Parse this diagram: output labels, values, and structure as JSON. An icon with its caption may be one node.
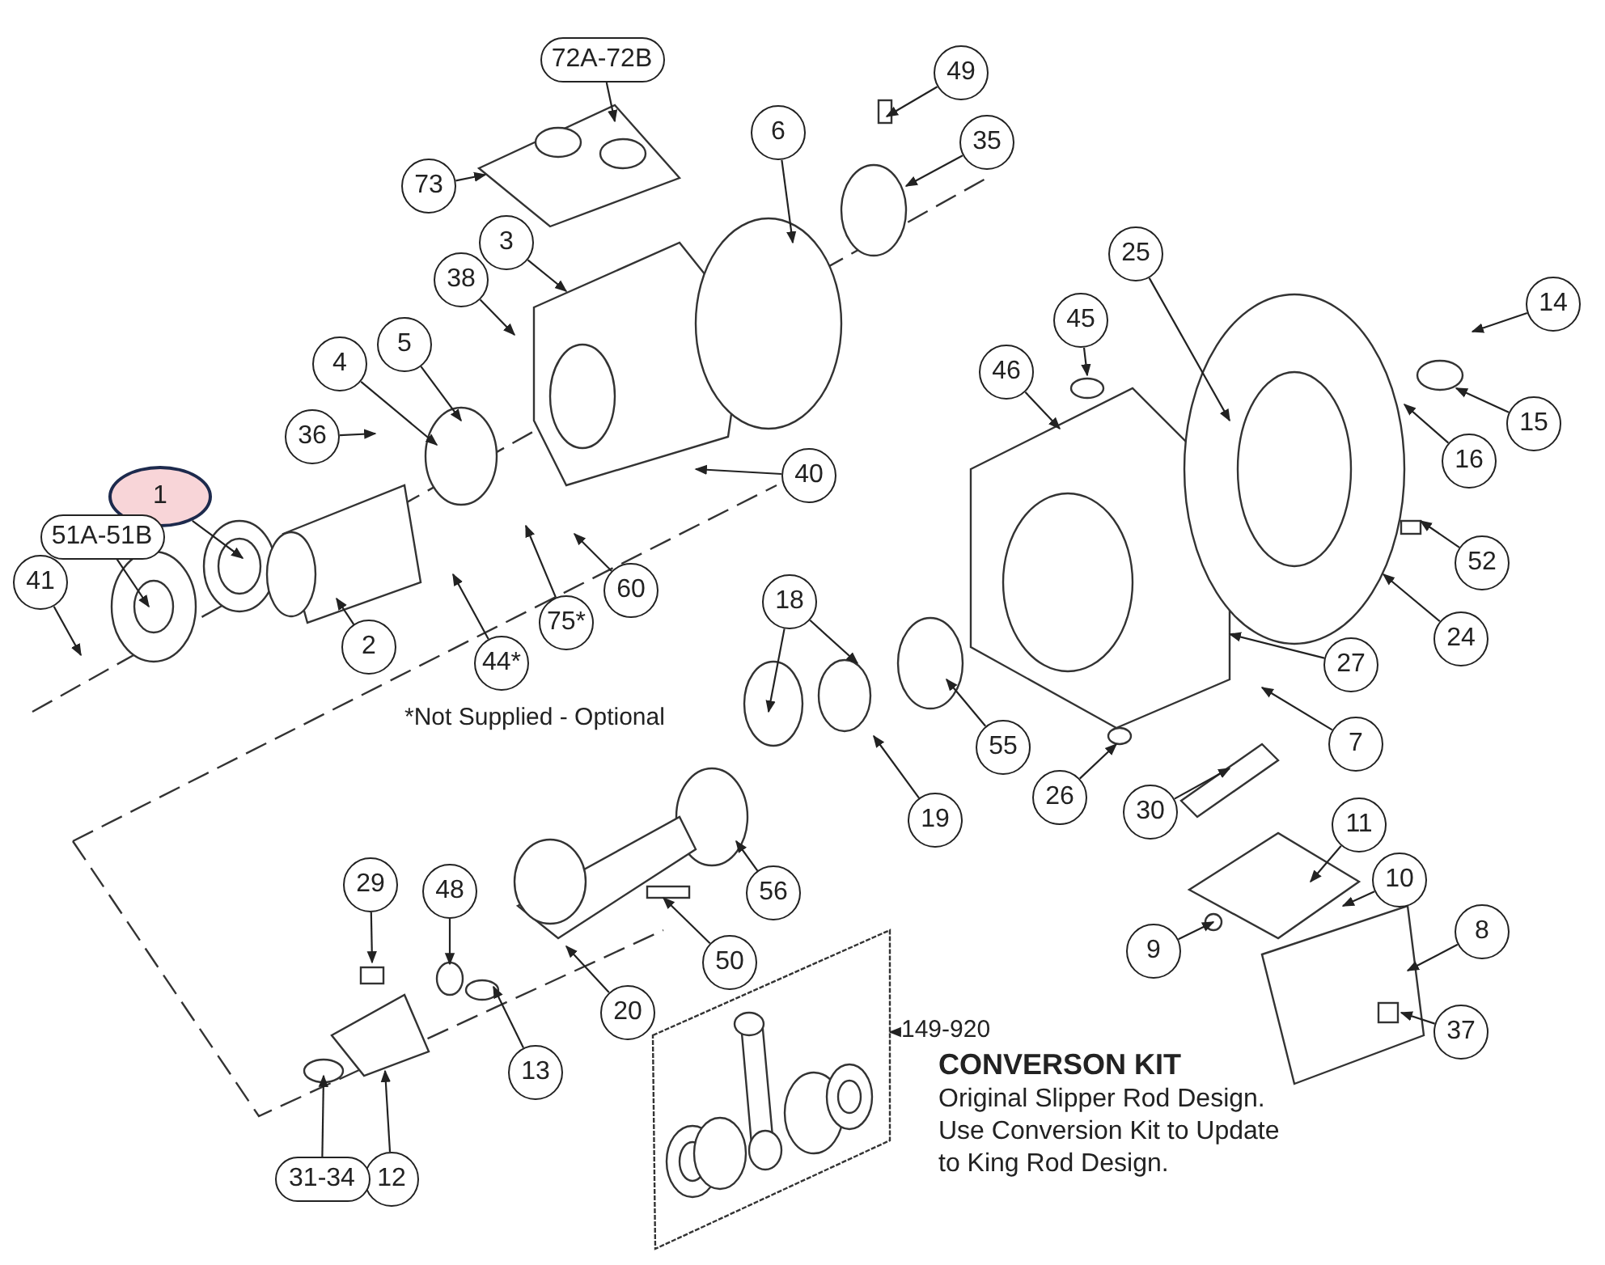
{
  "diagram": {
    "nodes": [
      {
        "text": [
          "72A-72B"
        ]
      },
      {
        "text": [
          "49"
        ]
      },
      {
        "text": [
          "6"
        ]
      },
      {
        "text": [
          "35"
        ]
      },
      {
        "text": [
          "73"
        ]
      },
      {
        "text": [
          "3"
        ]
      },
      {
        "text": [
          "25"
        ]
      },
      {
        "text": [
          "38"
        ]
      },
      {
        "text": [
          "14"
        ]
      },
      {
        "text": [
          "45"
        ]
      },
      {
        "text": [
          "5"
        ]
      },
      {
        "text": [
          "4"
        ]
      },
      {
        "text": [
          "46"
        ]
      },
      {
        "text": [
          "15"
        ]
      },
      {
        "text": [
          "36"
        ]
      },
      {
        "text": [
          "16"
        ]
      },
      {
        "text": [
          "40"
        ]
      },
      {
        "text": [
          "1"
        ]
      },
      {
        "text": [
          "51A-51B"
        ]
      },
      {
        "text": [
          "52"
        ]
      },
      {
        "text": [
          "41"
        ]
      },
      {
        "text": [
          "60"
        ]
      },
      {
        "text": [
          "18"
        ]
      },
      {
        "text": [
          "75*"
        ]
      },
      {
        "text": [
          "24"
        ]
      },
      {
        "text": [
          "2"
        ]
      },
      {
        "text": [
          "44*"
        ]
      },
      {
        "text": [
          "27"
        ]
      },
      {
        "text": [
          "7"
        ]
      },
      {
        "text": [
          "55"
        ]
      },
      {
        "text": [
          "26"
        ]
      },
      {
        "text": [
          "30"
        ]
      },
      {
        "text": [
          "19"
        ]
      },
      {
        "text": [
          "11"
        ]
      },
      {
        "text": [
          "10"
        ]
      },
      {
        "text": [
          "29"
        ]
      },
      {
        "text": [
          "48"
        ]
      },
      {
        "text": [
          "56"
        ]
      },
      {
        "text": [
          "9"
        ]
      },
      {
        "text": [
          "50"
        ]
      },
      {
        "text": [
          "8"
        ]
      },
      {
        "text": [
          "20"
        ]
      },
      {
        "text": [
          "37"
        ]
      },
      {
        "text": [
          "13"
        ]
      },
      {
        "text": [
          "12"
        ]
      },
      {
        "text": [
          "31-34"
        ]
      },
      {
        "text": [],
        "shape": "box"
      },
      {
        "text": [
          "149-920"
        ]
      }
    ],
    "edges": [
      {
        "from": 0,
        "to": null,
        "arrow": "to"
      },
      {
        "from": 1,
        "to": null,
        "arrow": "to"
      },
      {
        "from": 2,
        "to": null,
        "arrow": "to"
      },
      {
        "from": 3,
        "to": null,
        "arrow": "to"
      },
      {
        "from": 4,
        "to": null,
        "arrow": "to"
      },
      {
        "from": 5,
        "to": null,
        "arrow": "to"
      },
      {
        "from": 6,
        "to": null,
        "arrow": "to"
      },
      {
        "from": 7,
        "to": null,
        "arrow": "to"
      },
      {
        "from": 8,
        "to": null,
        "arrow": "to"
      },
      {
        "from": 9,
        "to": null,
        "arrow": "to"
      },
      {
        "from": 10,
        "to": null,
        "arrow": "to"
      },
      {
        "from": 11,
        "to": null,
        "arrow": "to"
      },
      {
        "from": 12,
        "to": null,
        "arrow": "to"
      },
      {
        "from": 13,
        "to": null,
        "arrow": "to"
      },
      {
        "from": 14,
        "to": null,
        "arrow": "to"
      },
      {
        "from": 15,
        "to": null,
        "arrow": "to"
      },
      {
        "from": 16,
        "to": null,
        "arrow": "to"
      },
      {
        "from": 17,
        "to": null,
        "arrow": "to"
      },
      {
        "from": 18,
        "to": null,
        "arrow": "to"
      },
      {
        "from": 19,
        "to": null,
        "arrow": "to"
      },
      {
        "from": 20,
        "to": null,
        "arrow": "to"
      },
      {
        "from": 21,
        "to": null,
        "arrow": "to"
      },
      {
        "from": 22,
        "to": null,
        "arrow": "to"
      },
      {
        "from": 22,
        "to": null,
        "arrow": "to"
      },
      {
        "from": 23,
        "to": null,
        "arrow": "to"
      },
      {
        "from": 24,
        "to": null,
        "arrow": "to"
      },
      {
        "from": 25,
        "to": null,
        "arrow": "to"
      },
      {
        "from": 26,
        "to": null,
        "arrow": "to"
      },
      {
        "from": 27,
        "to": null,
        "arrow": "to"
      },
      {
        "from": 28,
        "to": null,
        "arrow": "to"
      },
      {
        "from": 29,
        "to": null,
        "arrow": "to"
      },
      {
        "from": 30,
        "to": null,
        "arrow": "to"
      },
      {
        "from": 31,
        "to": null,
        "arrow": "to"
      },
      {
        "from": 32,
        "to": null,
        "arrow": "to"
      },
      {
        "from": 33,
        "to": null,
        "arrow": "to"
      },
      {
        "from": 34,
        "to": null,
        "arrow": "to"
      },
      {
        "from": 35,
        "to": null,
        "arrow": "to"
      },
      {
        "from": 36,
        "to": null,
        "arrow": "to"
      },
      {
        "from": 37,
        "to": null,
        "arrow": "to"
      },
      {
        "from": 38,
        "to": null,
        "arrow": "to"
      },
      {
        "from": 39,
        "to": null,
        "arrow": "to"
      },
      {
        "from": 40,
        "to": null,
        "arrow": "to"
      },
      {
        "from": 41,
        "to": null,
        "arrow": "to"
      },
      {
        "from": 42,
        "to": null,
        "arrow": "to"
      },
      {
        "from": 43,
        "to": null,
        "arrow": "to"
      },
      {
        "from": 44,
        "to": null,
        "arrow": "to"
      },
      {
        "from": 45,
        "to": null,
        "arrow": "to"
      },
      {
        "from": 47,
        "to": 46,
        "arrow": "to"
      }
    ],
    "labels": [
      "*Not Supplied - Optional",
      "CONVERSON KIT",
      "Original Slipper Rod Design. Use Conversion Kit to Update to King Rod Design."
    ]
  }
}
